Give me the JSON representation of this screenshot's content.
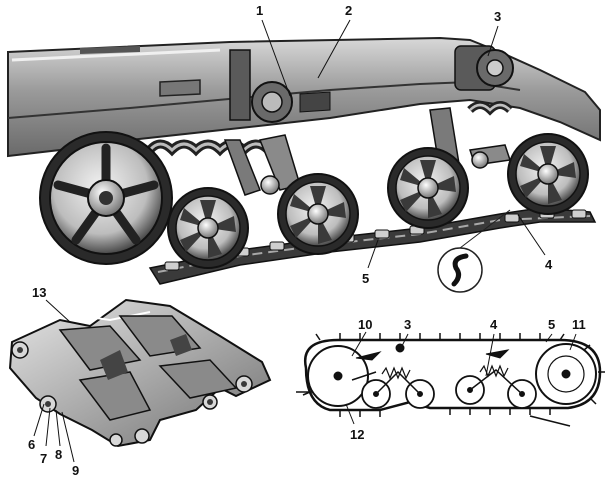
{
  "callouts": {
    "c1": "1",
    "c2": "2",
    "c3": "3",
    "c4": "4",
    "c5": "5",
    "c6": "6",
    "c7": "7",
    "c8": "8",
    "c9": "9",
    "c10": "10",
    "c11": "11",
    "c12": "12",
    "c13": "13",
    "d3": "3",
    "d4": "4",
    "d5": "5"
  },
  "colors": {
    "ink": "#141414",
    "shade": "#5a5a5a",
    "mid": "#8c8c8c",
    "light": "#c9c9c9"
  }
}
